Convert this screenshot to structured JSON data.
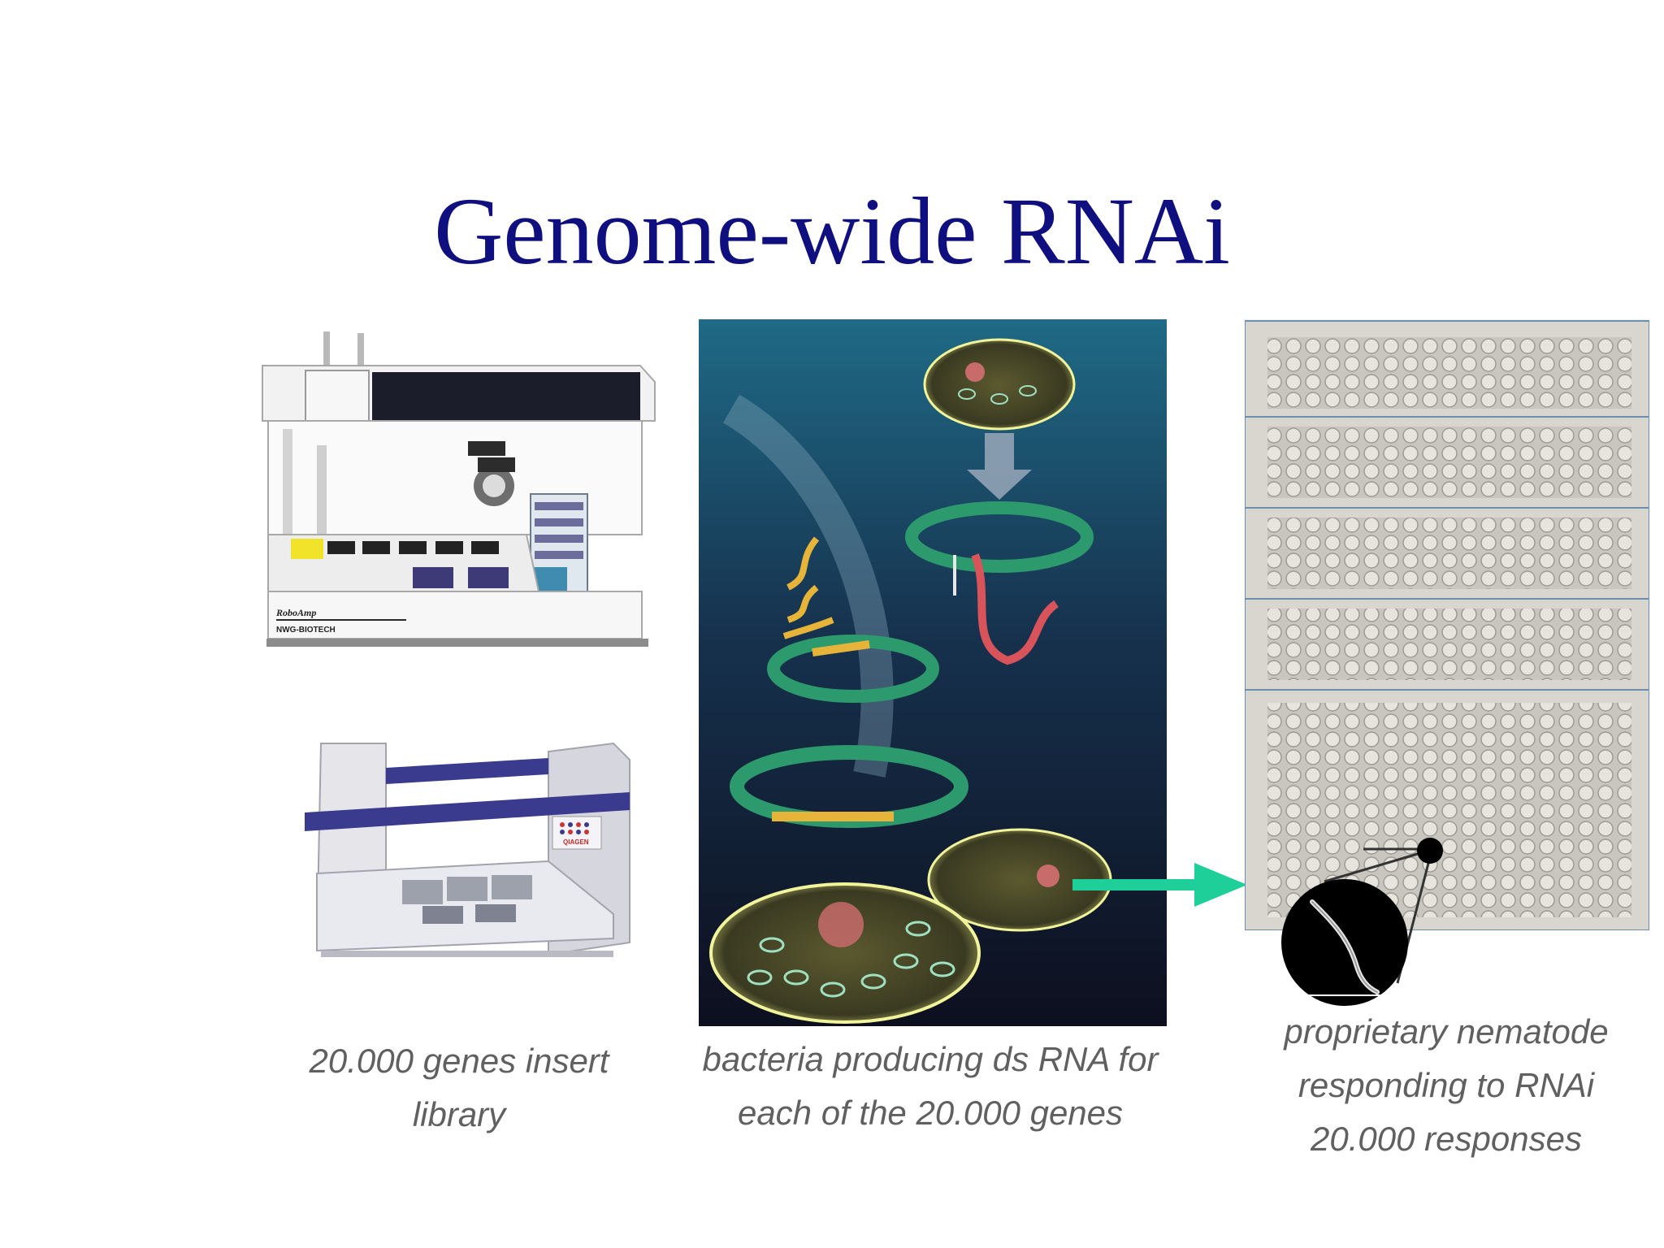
{
  "slide": {
    "title": "Genome-wide RNAi",
    "panels": [
      {
        "image_a_label": "RoboAmp",
        "image_a_sub": "NWG-BIOTECH",
        "image_b_label": "QIAGEN",
        "caption_lines": [
          "20.000 genes insert",
          "library"
        ]
      },
      {
        "caption_lines": [
          "bacteria producing ds RNA for",
          "each of the 20.000 genes"
        ]
      },
      {
        "caption_lines": [
          "proprietary nematode",
          "responding to RNAi",
          "20.000 responses"
        ]
      }
    ],
    "arrow_color": "#1fcf9a",
    "title_color": "#0f0f80"
  }
}
